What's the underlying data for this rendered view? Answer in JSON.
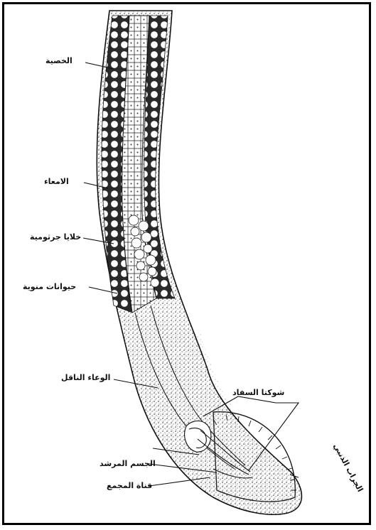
{
  "labels": {
    "testis": "الخصية",
    "intestine": "الامعاء",
    "germ_cells": "خلايا جرثومية",
    "sperm": "حيوانات منوية",
    "vas_deferens": "الوعاء الناقل",
    "copulatory_spicules": "شوكتا السفاد",
    "gubernaculum": "الجسم المرشد",
    "cloaca": "قناة المجمع",
    "caudal_bursa": "الجراب الذنبي"
  },
  "colors": {
    "ink": "#111111",
    "paper": "#ffffff"
  }
}
